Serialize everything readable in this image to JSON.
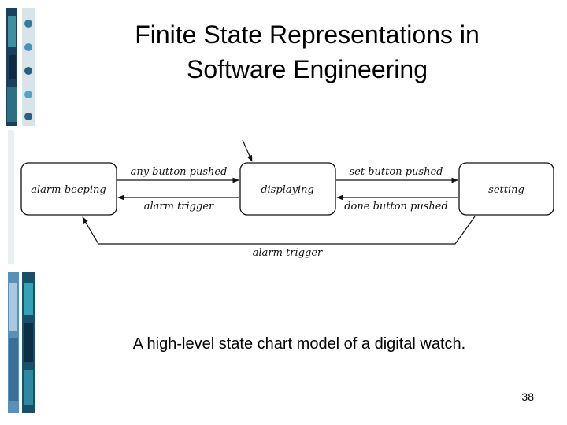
{
  "slide": {
    "title_line1": "Finite State Representations in",
    "title_line2": "Software Engineering",
    "caption": "A high-level state chart model of a digital watch.",
    "page_number": "38"
  },
  "diagram": {
    "states": {
      "alarm_beeping": "alarm-beeping",
      "displaying": "displaying",
      "setting": "setting"
    },
    "transitions": {
      "any_button_pushed": "any button pushed",
      "alarm_trigger_top": "alarm trigger",
      "set_button_pushed": "set button pushed",
      "done_button_pushed": "done button pushed",
      "alarm_trigger_bottom": "alarm trigger"
    }
  },
  "colors": {
    "background": "#ffffff",
    "text": "#000000",
    "deco_dark": "#0b1e3a",
    "deco_teal": "#2a8a9c"
  }
}
